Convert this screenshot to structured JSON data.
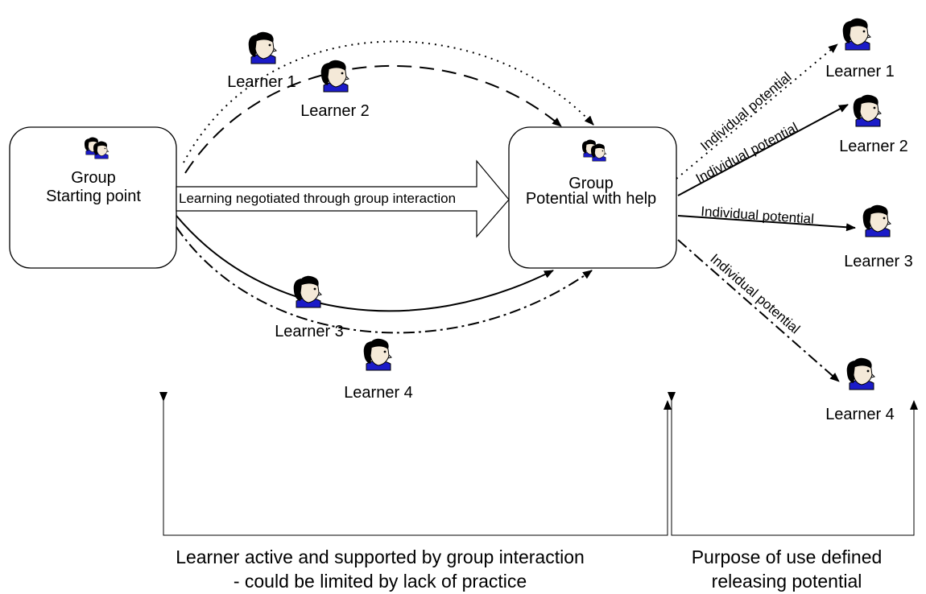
{
  "left_box": {
    "title": "Group",
    "subtitle": "Starting point"
  },
  "right_box": {
    "title": "Group",
    "subtitle": "Potential with help"
  },
  "big_arrow_label": "Learning negotiated through group interaction",
  "path_learners": [
    "Learner 1",
    "Learner 2",
    "Learner 3",
    "Learner 4"
  ],
  "outcome_learners": [
    "Learner 1",
    "Learner 2",
    "Learner 3",
    "Learner 4"
  ],
  "individual_potential_label": "Individual potential",
  "bottom_left_caption": {
    "line1": "Learner active and supported by group interaction",
    "line2": "- could be limited by lack of practice"
  },
  "bottom_right_caption": {
    "line1": "Purpose of use defined",
    "line2": "releasing potential"
  },
  "colors": {
    "collar": "#1b1bc8",
    "face": "#f4e9d8",
    "hair": "#000000",
    "stroke": "#000000"
  },
  "icon_names": [
    "person-icon",
    "group-icon"
  ]
}
